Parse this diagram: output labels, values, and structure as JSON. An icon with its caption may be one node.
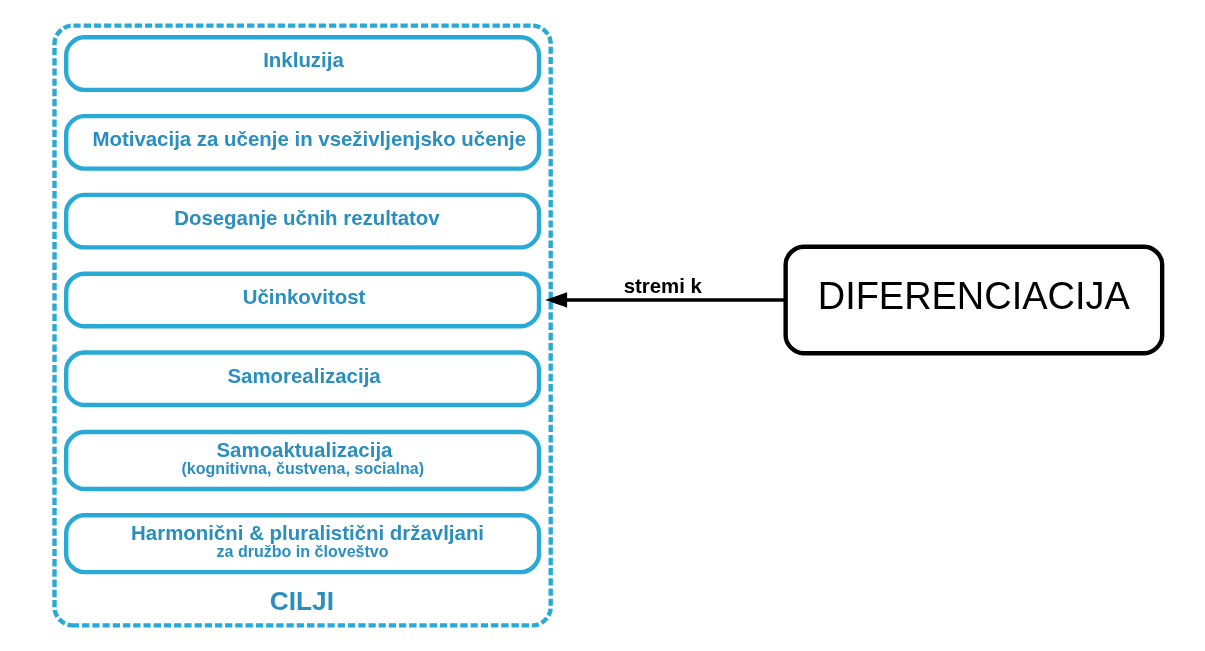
{
  "diagram": {
    "nodes": [
      {
        "text": [
          "CILJI"
        ]
      },
      {
        "text": [
          "Inkluzija"
        ],
        "in": 0
      },
      {
        "text": [
          "Motivacija za učenje in vseživljenjsko učenje"
        ],
        "in": 0
      },
      {
        "text": [
          "Doseganje učnih rezultatov"
        ],
        "in": 0
      },
      {
        "text": [
          "Učinkovitost"
        ],
        "in": 0
      },
      {
        "text": [
          "Samorealizacija"
        ],
        "in": 0
      },
      {
        "text": [
          "Samoaktualizacija",
          "(kognitivna, čustvena, socialna)"
        ],
        "in": 0
      },
      {
        "text": [
          "Harmonični & pluralistični državljani",
          "za družbo in človeštvo"
        ],
        "in": 0
      },
      {
        "text": [
          "DIFERENCIACIJA"
        ]
      }
    ],
    "edges": [
      {
        "from": 8,
        "to": 0,
        "arrow": "to",
        "label": "stremi k"
      }
    ]
  }
}
